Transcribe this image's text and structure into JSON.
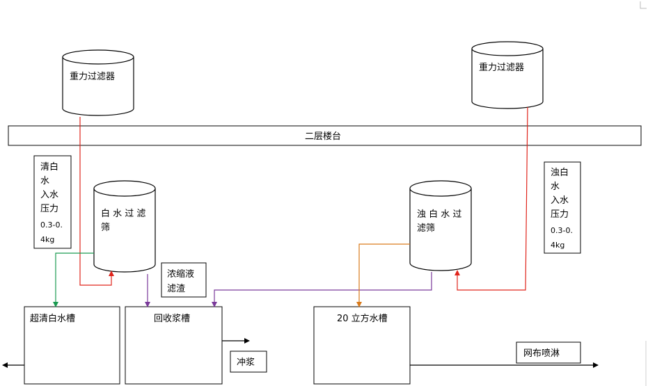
{
  "colors": {
    "red": "#e0241b",
    "green": "#1a9a50",
    "purple": "#7a3a9a",
    "orange": "#d97a1a",
    "black": "#000000"
  },
  "labels": {
    "gravity_filter_left": "重力过滤器",
    "gravity_filter_right": "重力过滤器",
    "floor_platform": "二层楼台",
    "clear_note": [
      "清白",
      "水",
      "入水",
      "压力",
      "0.3-0.",
      "4kg"
    ],
    "turbid_note": [
      "浊白",
      "水",
      "入水",
      "压力",
      "0.3-0.",
      "4kg"
    ],
    "whitewater_screen": [
      "白 水 过 滤",
      "筛"
    ],
    "turbid_screen": [
      "浊 白 水 过",
      "滤筛"
    ],
    "concentrate_note": [
      "浓缩液",
      "滤渣"
    ],
    "super_clear_tank": "超清白水槽",
    "recovery_tank": "回收浆槽",
    "tank_20m3": "20 立方水槽",
    "flush_note": "冲浆",
    "spray_note": "网布喷淋"
  }
}
